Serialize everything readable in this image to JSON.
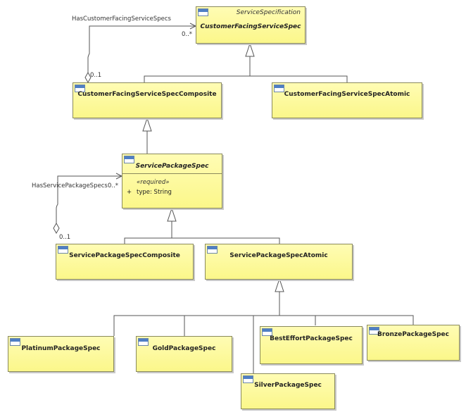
{
  "classes": {
    "cfss": {
      "name": "CustomerFacingServiceSpec",
      "stereotype": "ServiceSpecification"
    },
    "cfss_composite": {
      "name": "CustomerFacingServiceSpecComposite"
    },
    "cfss_atomic": {
      "name": "CustomerFacingServiceSpecAtomic"
    },
    "sps": {
      "name": "ServicePackageSpec",
      "tag": "«required»",
      "attr_visibility": "+",
      "attr": "type: String"
    },
    "sps_composite": {
      "name": "ServicePackageSpecComposite"
    },
    "sps_atomic": {
      "name": "ServicePackageSpecAtomic"
    },
    "platinum": {
      "name": "PlatinumPackageSpec"
    },
    "gold": {
      "name": "GoldPackageSpec"
    },
    "silver": {
      "name": "SilverPackageSpec"
    },
    "besteffort": {
      "name": "BestEffortPackageSpec"
    },
    "bronze": {
      "name": "BronzePackageSpec"
    }
  },
  "associations": {
    "has_cfss": {
      "name": "HasCustomerFacingServiceSpecs",
      "target_mult": "0..*",
      "source_mult": "0..1"
    },
    "has_sps": {
      "name": "HasServicePackageSpecs",
      "target_mult": "0..*",
      "source_mult": "0..1"
    }
  },
  "colors": {
    "class_fill": "#fbf78a",
    "class_border": "#8a8a5c",
    "line": "#555555"
  }
}
